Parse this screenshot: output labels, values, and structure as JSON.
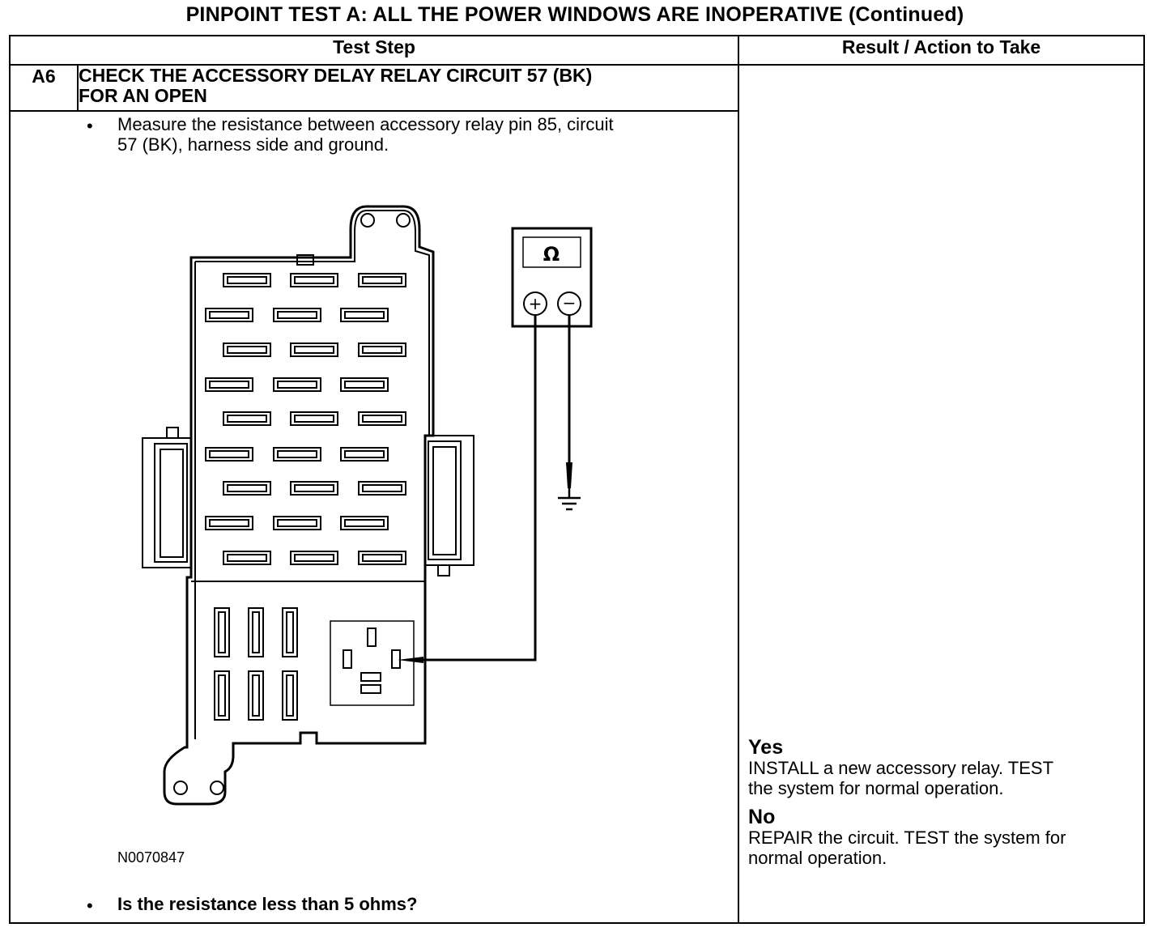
{
  "title": "PINPOINT TEST A: ALL THE POWER WINDOWS ARE INOPERATIVE (Continued)",
  "headers": {
    "test_step": "Test Step",
    "result": "Result / Action to Take"
  },
  "step": {
    "id": "A6",
    "title_line1": "CHECK THE ACCESSORY DELAY RELAY CIRCUIT 57 (BK)",
    "title_line2": "FOR AN OPEN",
    "instruction_line1": "Measure the resistance between accessory relay pin 85, circuit",
    "instruction_line2": "57 (BK), harness side and ground.",
    "question": "Is the resistance less than 5 ohms?",
    "bullet": "•"
  },
  "figure": {
    "id": "N0070847",
    "meter_symbol": "Ω",
    "plus": "+",
    "minus": "−"
  },
  "results": {
    "yes_label": "Yes",
    "yes_line1": "INSTALL a new accessory relay. TEST",
    "yes_line2": "the system for normal operation.",
    "no_label": "No",
    "no_line1": "REPAIR the circuit. TEST the system for",
    "no_line2": "normal operation."
  }
}
